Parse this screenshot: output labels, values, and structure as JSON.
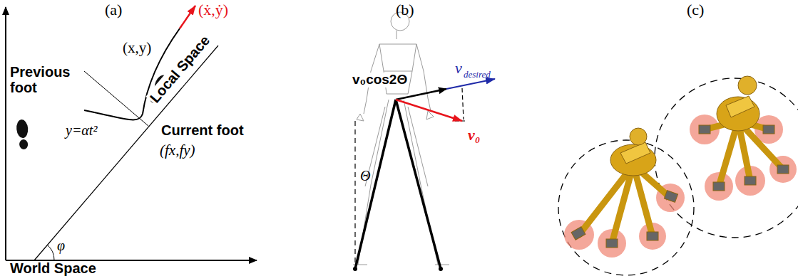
{
  "diagram": {
    "labels": [
      "(a)",
      "(b)",
      "(c)",
      "Previous foot",
      "(ẋ,ẏ)",
      "(x,y)",
      "y=αt²",
      "Local Space",
      "Current foot",
      "(fx,fy)",
      "φ",
      "World Space",
      "v₀cos2Θ",
      "v",
      "desired",
      "v₀",
      "Θ"
    ]
  }
}
